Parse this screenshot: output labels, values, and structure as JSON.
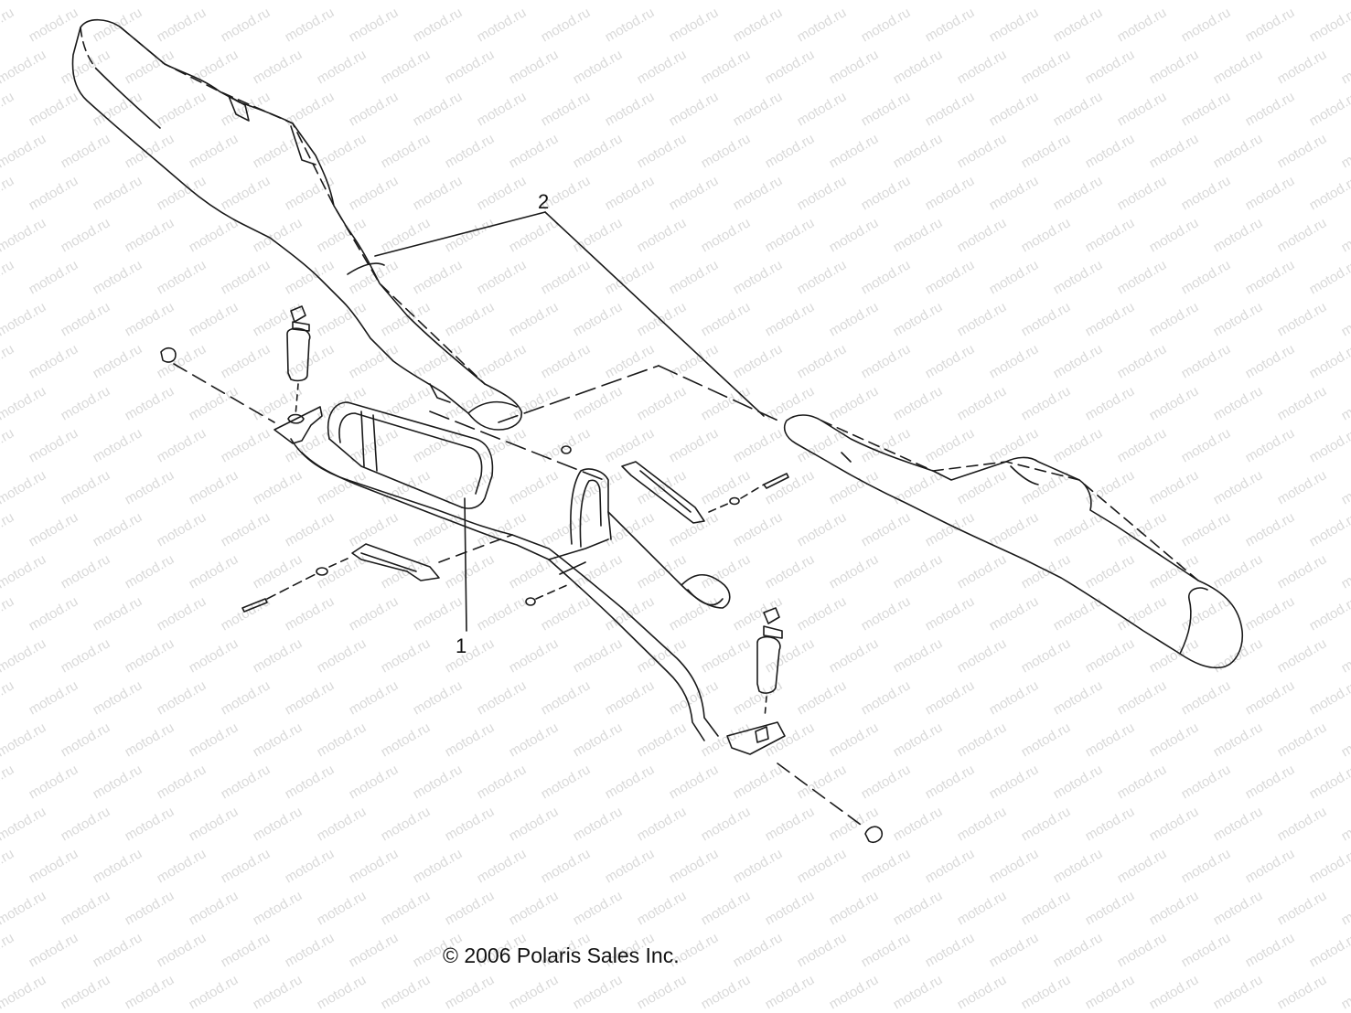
{
  "diagram": {
    "callouts": [
      {
        "id": "1",
        "label": "1"
      },
      {
        "id": "2",
        "label": "2"
      }
    ],
    "copyright": "© 2006 Polaris Sales Inc.",
    "watermark": "motod.ru"
  },
  "colors": {
    "line": "#1a1a1a",
    "watermark": "#d9d9d9",
    "background": "#ffffff"
  }
}
